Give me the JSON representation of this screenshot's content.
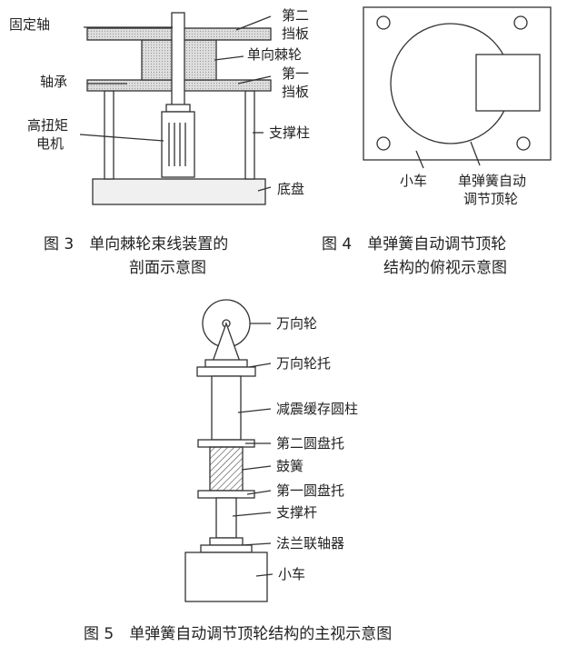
{
  "fig3": {
    "labels": {
      "fixed_shaft": "固定轴",
      "second_baffle_1": "第二",
      "second_baffle_2": "挡板",
      "ratchet": "单向棘轮",
      "first_baffle_1": "第一",
      "first_baffle_2": "挡板",
      "bearing": "轴承",
      "motor_1": "高扭矩",
      "motor_2": "电机",
      "support": "支撑柱",
      "base": "底盘"
    },
    "caption_1": "图 3　单向棘轮束线装置的",
    "caption_2": "剖面示意图"
  },
  "fig4": {
    "labels": {
      "cart": "小车",
      "wheel_1": "单弹簧自动",
      "wheel_2": "调节顶轮"
    },
    "caption_1": "图 4　单弹簧自动调节顶轮",
    "caption_2": "结构的俯视示意图"
  },
  "fig5": {
    "labels": {
      "caster": "万向轮",
      "caster_bracket": "万向轮托",
      "damper": "减震缓存圆柱",
      "tray2": "第二圆盘托",
      "spring": "鼓簧",
      "tray1": "第一圆盘托",
      "rod": "支撑杆",
      "flange": "法兰联轴器",
      "cart": "小车"
    },
    "caption": "图 5　单弹簧自动调节顶轮结构的主视示意图"
  }
}
